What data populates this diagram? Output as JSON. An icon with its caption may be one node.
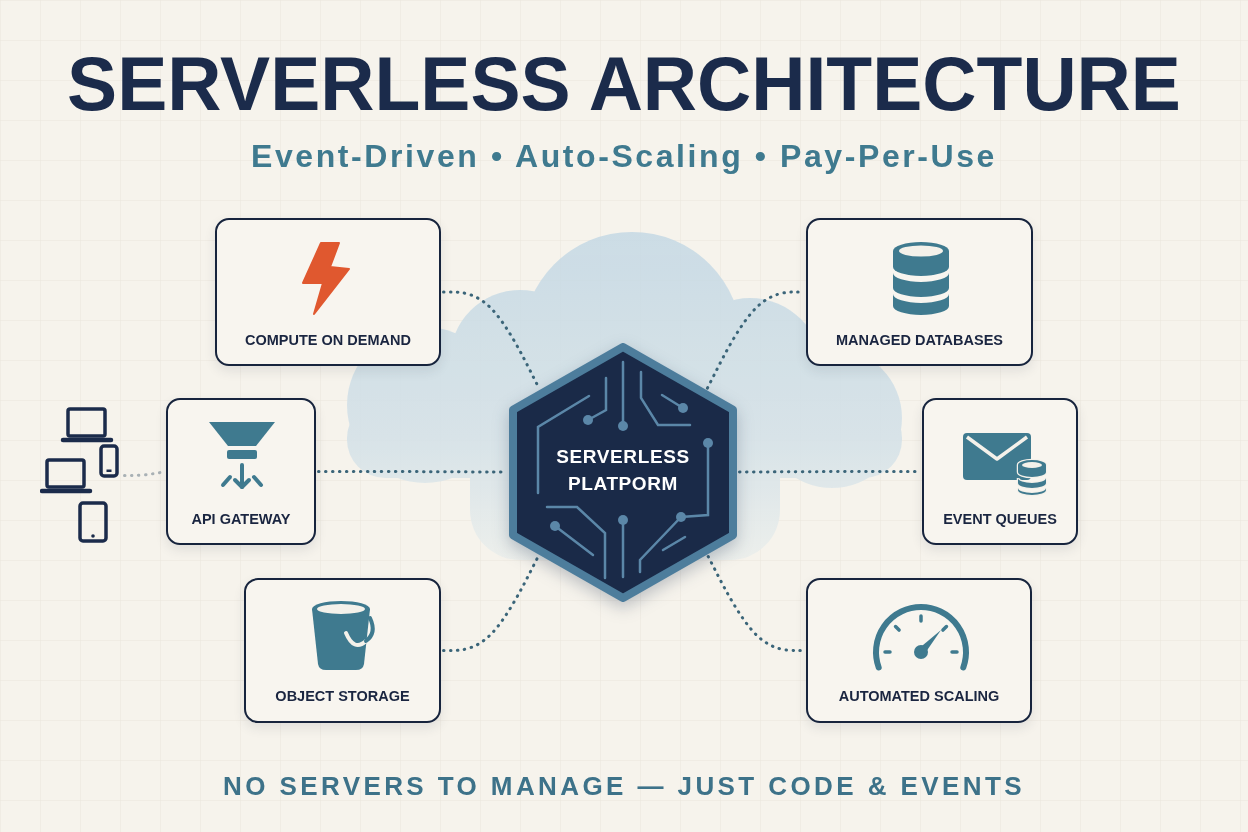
{
  "diagram": {
    "title": "SERVERLESS ARCHITECTURE",
    "nodes": [
      {
        "text": [
          "COMPUTE ON DEMAND"
        ]
      },
      {
        "text": [
          "MANAGED DATABASES"
        ]
      },
      {
        "text": [],
        "shape": "picture"
      },
      {
        "text": [
          "API GATEWAY"
        ]
      },
      {
        "text": [
          "SERVERLESS PLATPORM"
        ]
      },
      {
        "text": [
          "EVENT QUEUES"
        ]
      },
      {
        "text": [
          "OBJECT STORAGE"
        ]
      },
      {
        "text": [
          "AUTOMATED SCALING"
        ]
      }
    ],
    "edges": [
      {
        "from": 0,
        "to": 4,
        "arrow": "none"
      },
      {
        "from": 4,
        "to": 1,
        "arrow": "none"
      },
      {
        "from": 2,
        "to": 3,
        "arrow": "none",
        "color": "#a9b1b5"
      },
      {
        "from": 3,
        "to": 4,
        "arrow": "none"
      },
      {
        "from": 4,
        "to": 5,
        "arrow": "none"
      },
      {
        "from": 6,
        "to": 4,
        "arrow": "none"
      },
      {
        "from": 4,
        "to": 7,
        "arrow": "none"
      }
    ],
    "labels": [
      "Event-Driven • Auto-Scaling • Pay-Per-Use"
    ],
    "caption": "NO SERVERS TO MANAGE — JUST CODE & EVENTS"
  }
}
